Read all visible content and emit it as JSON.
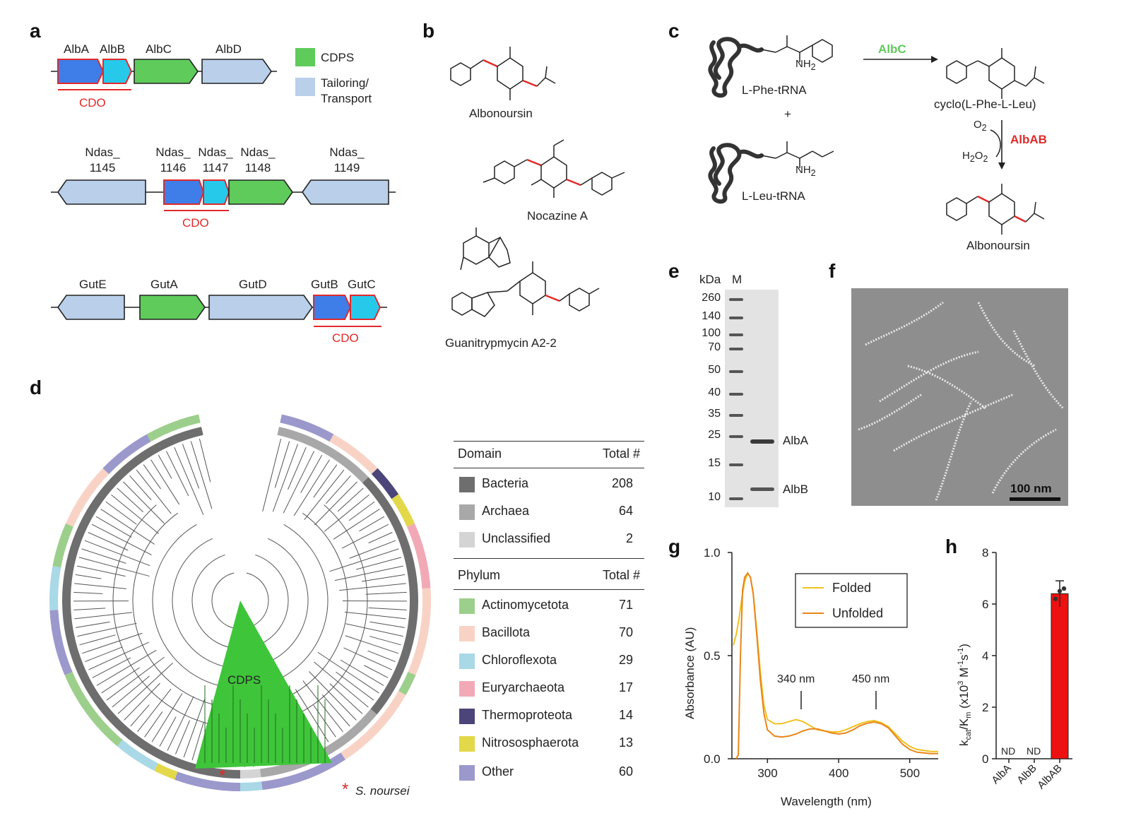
{
  "panels": {
    "a": "a",
    "b": "b",
    "c": "c",
    "d": "d",
    "e": "e",
    "f": "f",
    "g": "g",
    "h": "h"
  },
  "colors": {
    "cdps": "#5fcb5b",
    "tailoring": "#b9cfea",
    "albA": "#3f7de8",
    "albB": "#27c9ea",
    "cdo": "#e02a2a",
    "bacteria": "#6e6e6e",
    "archaea": "#a8a8a8",
    "unclassified": "#d4d4d4",
    "actinomycetota": "#9ccf8b",
    "bacillota": "#f8d3c5",
    "chloroflexota": "#a9d8e6",
    "euryarchaeota": "#f2a9b6",
    "thermoproteota": "#4b4579",
    "nitrososphaerota": "#e2d84a",
    "other": "#9b98cc",
    "folded": "#f2c020",
    "unfolded": "#e8861c",
    "bar": "#ee1111"
  },
  "panel_a": {
    "cluster1": {
      "labels": [
        "AlbA",
        "AlbB",
        "AlbC",
        "AlbD"
      ],
      "cdo": "CDO"
    },
    "cluster2": {
      "labels": [
        [
          "Ndas_",
          "1145"
        ],
        [
          "Ndas_",
          "1146"
        ],
        [
          "Ndas_",
          "1147"
        ],
        [
          "Ndas_",
          "1148"
        ],
        [
          "Ndas_",
          "1149"
        ]
      ],
      "cdo": "CDO"
    },
    "cluster3": {
      "labels": [
        "GutE",
        "GutA",
        "GutD",
        "GutB",
        "GutC"
      ],
      "cdo": "CDO"
    },
    "legend": {
      "cdps": "CDPS",
      "tailoring1": "Tailoring/",
      "tailoring2": "Transport"
    }
  },
  "panel_b": {
    "compounds": [
      "Albonoursin",
      "Nocazine A",
      "Guanitrypmycin A2-2"
    ]
  },
  "panel_c": {
    "phe_trna": "L-Phe-tRNA",
    "leu_trna": "L-Leu-tRNA",
    "plus": "+",
    "enzyme1": "AlbC",
    "product1": "cyclo(L-Phe-L-Leu)",
    "o2": "O",
    "o2_sub": "2",
    "h2o2_a": "H",
    "h2o2_sub1": "2",
    "h2o2_b": "O",
    "h2o2_sub2": "2",
    "enzyme2": "AlbAB",
    "product2": "Albonoursin",
    "nh2": "NH",
    "nh2_sub": "2"
  },
  "panel_d": {
    "cdps_label": "CDPS",
    "marker": "*",
    "species": "S. noursei"
  },
  "domain_table": {
    "header": {
      "col1": "Domain",
      "col2": "Total #"
    },
    "rows": [
      {
        "name": "Bacteria",
        "total": "208"
      },
      {
        "name": "Archaea",
        "total": "64"
      },
      {
        "name": "Unclassified",
        "total": "2"
      }
    ]
  },
  "phylum_table": {
    "header": {
      "col1": "Phylum",
      "col2": "Total #"
    },
    "rows": [
      {
        "name": "Actinomycetota",
        "total": "71"
      },
      {
        "name": "Bacillota",
        "total": "70"
      },
      {
        "name": "Chloroflexota",
        "total": "29"
      },
      {
        "name": "Euryarchaeota",
        "total": "17"
      },
      {
        "name": "Thermoproteota",
        "total": "14"
      },
      {
        "name": "Nitrososphaerota",
        "total": "13"
      },
      {
        "name": "Other",
        "total": "60"
      }
    ]
  },
  "panel_e": {
    "unit": "kDa",
    "lane": "M",
    "markers": [
      "260",
      "140",
      "100",
      "70",
      "50",
      "40",
      "35",
      "25",
      "15",
      "10"
    ],
    "bands": [
      "AlbA",
      "AlbB"
    ]
  },
  "panel_f": {
    "scale_bar": "100 nm"
  },
  "chart_data": [
    {
      "type": "line",
      "panel": "g",
      "xlabel": "Wavelength (nm)",
      "ylabel": "Absorbance (AU)",
      "xlim": [
        250,
        540
      ],
      "ylim": [
        0.0,
        1.0
      ],
      "xticks": [
        "300",
        "400",
        "500"
      ],
      "yticks": [
        "0.0",
        "0.5",
        "1.0"
      ],
      "legend_position": "top-right",
      "annotations": [
        "340 nm",
        "450 nm"
      ],
      "series": [
        {
          "name": "Folded",
          "x": [
            252,
            256,
            260,
            264,
            268,
            272,
            276,
            280,
            285,
            290,
            295,
            300,
            310,
            320,
            330,
            340,
            350,
            360,
            370,
            380,
            390,
            400,
            410,
            420,
            430,
            440,
            450,
            460,
            470,
            480,
            490,
            500,
            510,
            520,
            530,
            540
          ],
          "y": [
            0.55,
            0.6,
            0.68,
            0.78,
            0.86,
            0.9,
            0.88,
            0.8,
            0.62,
            0.42,
            0.26,
            0.19,
            0.17,
            0.17,
            0.18,
            0.19,
            0.18,
            0.16,
            0.14,
            0.135,
            0.13,
            0.13,
            0.14,
            0.155,
            0.17,
            0.18,
            0.185,
            0.175,
            0.155,
            0.12,
            0.085,
            0.06,
            0.045,
            0.04,
            0.035,
            0.035
          ]
        },
        {
          "name": "Unfolded",
          "x": [
            256,
            259,
            262,
            265,
            268,
            272,
            276,
            280,
            285,
            290,
            295,
            300,
            310,
            320,
            330,
            340,
            350,
            360,
            370,
            380,
            390,
            400,
            410,
            420,
            430,
            440,
            450,
            460,
            470,
            480,
            490,
            500,
            510,
            520,
            530,
            540
          ],
          "y": [
            0.0,
            0.02,
            0.5,
            0.82,
            0.88,
            0.9,
            0.88,
            0.8,
            0.6,
            0.38,
            0.22,
            0.14,
            0.11,
            0.105,
            0.11,
            0.12,
            0.135,
            0.145,
            0.145,
            0.135,
            0.125,
            0.12,
            0.125,
            0.14,
            0.16,
            0.172,
            0.178,
            0.17,
            0.15,
            0.11,
            0.07,
            0.045,
            0.032,
            0.028,
            0.025,
            0.025
          ]
        }
      ]
    },
    {
      "type": "bar",
      "panel": "h",
      "categories": [
        "AlbA",
        "AlbB",
        "AlbAB"
      ],
      "values": [
        0,
        0,
        6.4
      ],
      "error": [
        0,
        0,
        0.5
      ],
      "points": [
        6.2,
        6.5,
        6.6
      ],
      "labels": [
        "ND",
        "ND",
        ""
      ],
      "ylabel": "kcat/Km (x10³ M⁻¹s⁻¹)",
      "ylabel_parts": [
        "k",
        "cat",
        "/K",
        "m",
        " (x10",
        "3",
        " M",
        "-1",
        "s",
        "-1",
        ")"
      ],
      "ylim": [
        0,
        8
      ],
      "yticks": [
        "0",
        "2",
        "4",
        "6",
        "8"
      ]
    }
  ]
}
